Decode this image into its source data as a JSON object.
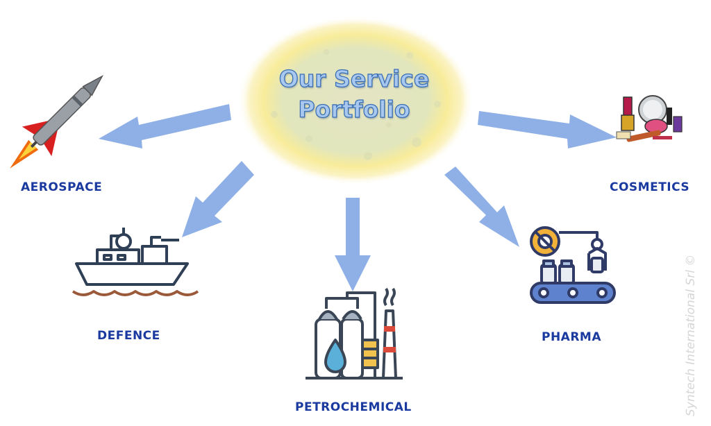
{
  "center": {
    "title_line1": "Our Service",
    "title_line2": "Portfolio"
  },
  "sectors": [
    {
      "label": "AEROSPACE",
      "icon": "rocket-icon"
    },
    {
      "label": "COSMETICS",
      "icon": "cosmetics-icon"
    },
    {
      "label": "DEFENCE",
      "icon": "warship-icon"
    },
    {
      "label": "PETROCHEMICAL",
      "icon": "refinery-icon"
    },
    {
      "label": "PHARMA",
      "icon": "pharma-production-icon"
    }
  ],
  "watermark": "Syntech International Srl ©",
  "colors": {
    "label": "#1a3aa0",
    "arrow": "#8fb0e6",
    "glow": "#f5e08a",
    "title_fill": "#a8c8f0",
    "title_stroke": "#3b6fb3"
  }
}
